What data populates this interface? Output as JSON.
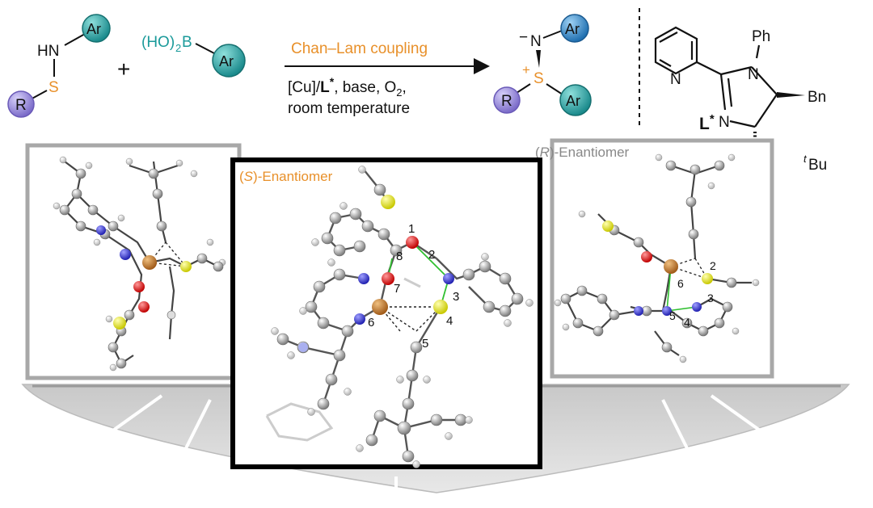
{
  "scheme": {
    "amine_group": "HN",
    "sulfur": "S",
    "r_group": "R",
    "aryl": "Ar",
    "plus": "+",
    "boronic_prefix": "(HO)",
    "boronic_sub": "2",
    "boronic_b": "B",
    "reaction_name": "Chan–Lam coupling",
    "conditions_line1_pre": "[Cu]/",
    "conditions_ligand": "L",
    "conditions_star": "*",
    "conditions_line1_post": ", base, O",
    "conditions_o2_sub": "2",
    "conditions_comma": ",",
    "conditions_line2": "room temperature",
    "product_minus": "−",
    "product_n": "N",
    "product_plus": "+",
    "product_s": "S"
  },
  "ligand": {
    "label": "L",
    "star": "*",
    "ph": "Ph",
    "n1": "N",
    "n2": "N",
    "n_pyridine": "N",
    "bn": "Bn",
    "tbu_prefix": "t",
    "tbu": "Bu"
  },
  "panels": {
    "s_label_italic": "S",
    "s_label_rest": "-Enantiomer",
    "s_open": "(",
    "s_close": ")",
    "r_open": "(",
    "r_label_italic": "R",
    "r_close": ")",
    "r_label_rest": "-Enantiomer",
    "s_numbers": [
      "1",
      "2",
      "3",
      "4",
      "5",
      "6",
      "7",
      "8"
    ],
    "r_numbers": [
      "2",
      "3",
      "4",
      "5",
      "6"
    ]
  },
  "colors": {
    "aryl_teal": "#1f9a9a",
    "aryl_blue": "#2a87c8",
    "r_purple": "#8a7fd0",
    "accent_orange": "#e8902a",
    "frame_gray": "#a8a8a8",
    "hbond_green": "#30c030",
    "oxygen": "#e00000",
    "nitrogen": "#4040d0",
    "sulfur_atom": "#e0e000",
    "copper": "#c87830"
  }
}
